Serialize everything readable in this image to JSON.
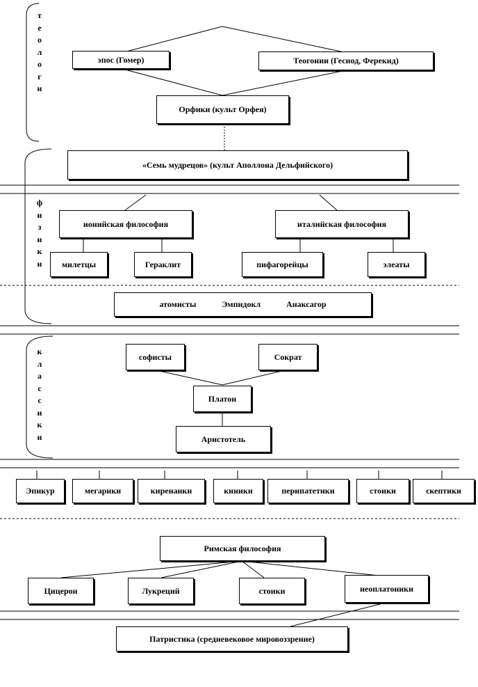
{
  "sections": {
    "theologians": [
      "т",
      "е",
      "о",
      "л",
      "о",
      "г",
      "и"
    ],
    "physicists": [
      "ф",
      "и",
      "з",
      "и",
      "к",
      "и"
    ],
    "classics": [
      "к",
      "л",
      "а",
      "с",
      "с",
      "и",
      "к",
      "и"
    ]
  },
  "nodes": {
    "epos": "эпос (Гомер)",
    "theogony": "Теогонии (Гесиод, Ферекид)",
    "orphics": "Орфики (культ Орфея)",
    "seven_sages": "«Семь мудрецов» (культ Аполлона Дельфийского)",
    "ionian": "ионийская философия",
    "italian": "италийская философия",
    "milesians": "милетцы",
    "heraclitus": "Гераклит",
    "pythagoreans": "пифагорейцы",
    "eleatics": "элеаты",
    "pluralists": [
      "атомисты",
      "Эмпидокл",
      "Анаксагор"
    ],
    "sophists": "софисты",
    "socrates": "Сократ",
    "plato": "Платон",
    "aristotle": "Аристотель",
    "hellenistic": [
      "Эпикур",
      "мегарики",
      "киренаики",
      "киники",
      "перипатетики",
      "стоики",
      "скептики"
    ],
    "roman": "Римская философия",
    "cicero": "Цицерон",
    "lucretius": "Лукреций",
    "roman_stoics": "стоики",
    "neoplatonists": "неоплатоники",
    "patristics": "Патристика (средневековое мировоззрение)"
  }
}
